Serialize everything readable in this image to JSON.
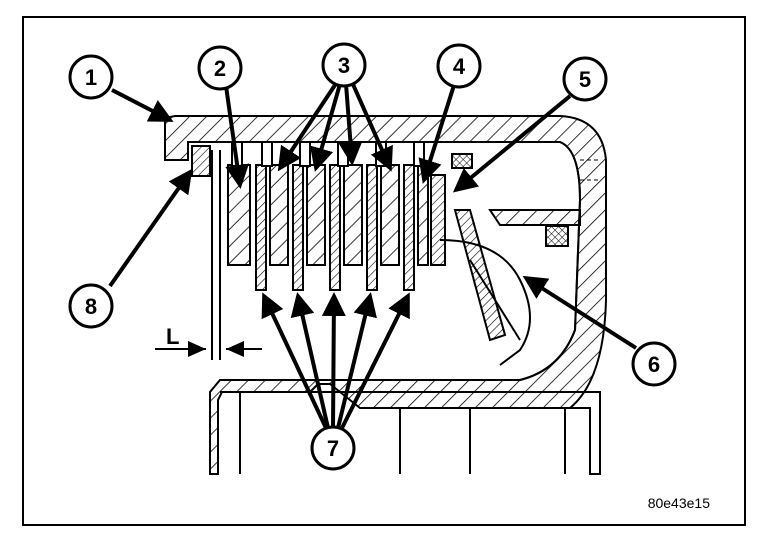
{
  "figure_code": "80e43e15",
  "dimension_label": "L",
  "callouts": [
    "1",
    "2",
    "3",
    "4",
    "5",
    "6",
    "7",
    "8"
  ]
}
